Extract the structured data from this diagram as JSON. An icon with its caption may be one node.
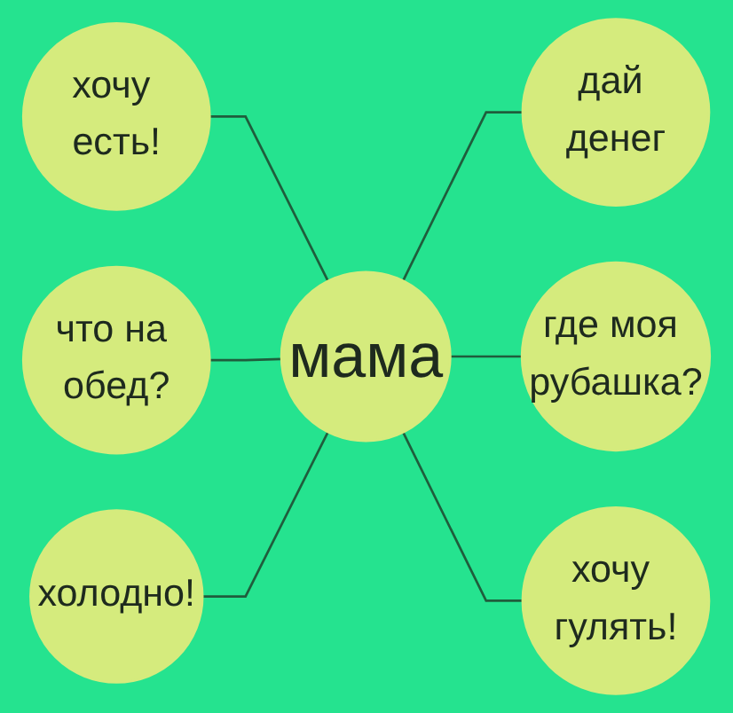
{
  "diagram": {
    "nodes": [
      {
        "text": [
          "хочу есть!"
        ]
      },
      {
        "text": [
          "дай денег"
        ]
      },
      {
        "text": [
          "что на обед?"
        ]
      },
      {
        "text": [
          "мама"
        ]
      },
      {
        "text": [
          "где моя рубашка?"
        ]
      },
      {
        "text": [
          "холодно!"
        ]
      },
      {
        "text": [
          "хочу гулять!"
        ]
      }
    ],
    "edges": [
      {
        "from": 0,
        "to": 3,
        "arrow": "none"
      },
      {
        "from": 3,
        "to": 1,
        "arrow": "none"
      },
      {
        "from": 2,
        "to": 3,
        "arrow": "none"
      },
      {
        "from": 3,
        "to": 4,
        "arrow": "none"
      },
      {
        "from": 5,
        "to": 3,
        "arrow": "none"
      },
      {
        "from": 3,
        "to": 6,
        "arrow": "none"
      }
    ]
  }
}
